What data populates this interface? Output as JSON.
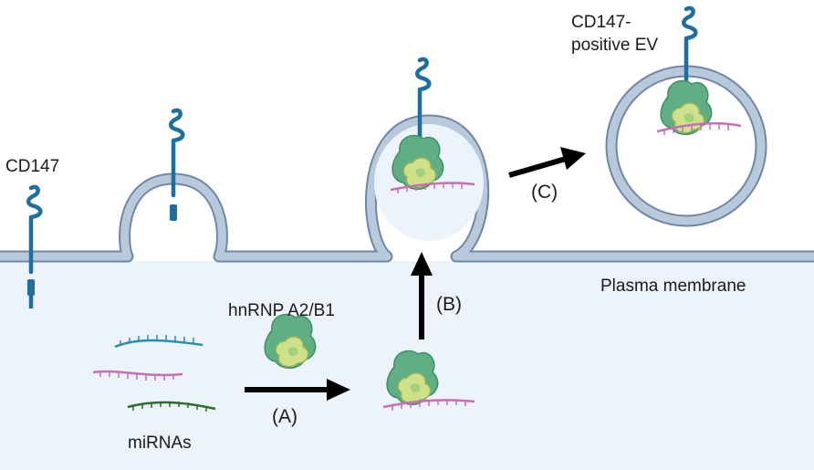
{
  "labels": {
    "cd147": "CD147",
    "ev_line1": "CD147-",
    "ev_line2": "positive EV",
    "hnrnp": "hnRNP A2/B1",
    "mirnas": "miRNAs",
    "plasma_membrane": "Plasma membrane"
  },
  "steps": {
    "a": "(A)",
    "b": "(B)",
    "c": "(C)"
  },
  "colors": {
    "membrane_fill": "#b9c9dc",
    "membrane_stroke": "#6f87a6",
    "cytoplasm": "#edf3fa",
    "receptor": "#1f6f9e",
    "protein_dark": "#5fae84",
    "protein_light": "#cfe08a",
    "mirna_teal": "#2f8fa6",
    "mirna_pink": "#c46fb8",
    "mirna_green": "#2e6b2e",
    "arrow": "#000000"
  }
}
